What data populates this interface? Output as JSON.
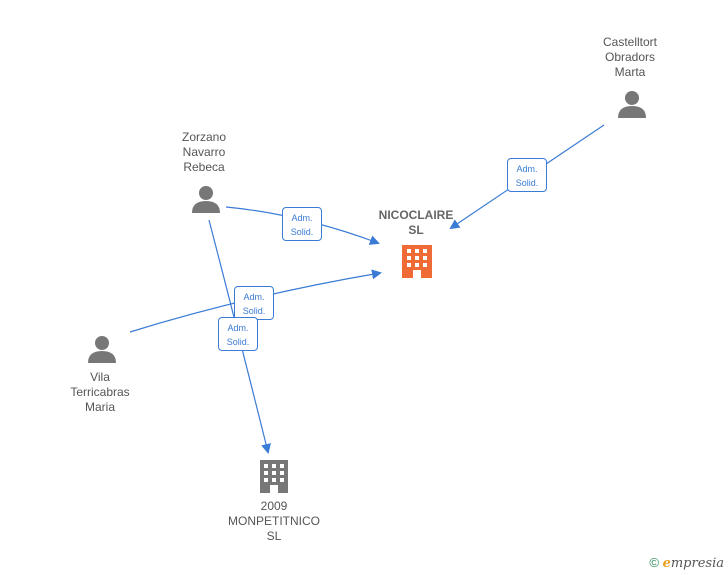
{
  "nodes": {
    "center_company": {
      "label": "NICOCLAIRE\nSL",
      "kind": "company-highlight"
    },
    "castelltort": {
      "label": "Castelltort\nObradors\nMarta",
      "kind": "person"
    },
    "zorzano": {
      "label": "Zorzano\nNavarro\nRebeca",
      "kind": "person"
    },
    "vila": {
      "label": "Vila\nTerricabras\nMaria",
      "kind": "person"
    },
    "monpetitnico": {
      "label": "2009\nMONPETITNICO\nSL",
      "kind": "company"
    }
  },
  "edges": {
    "castelltort_to_center": {
      "label": "Adm.\nSolid."
    },
    "zorzano_to_center": {
      "label": "Adm.\nSolid."
    },
    "vila_to_center": {
      "label": "Adm.\nSolid."
    },
    "zorzano_to_monpetitnico": {
      "label": "Adm.\nSolid."
    }
  },
  "colors": {
    "edge": "#3a7bd5",
    "person_icon": "#777777",
    "company_icon": "#777777",
    "highlight_company_icon": "#f06a35"
  },
  "footer": {
    "copyright_symbol": "©",
    "brand_initial": "e",
    "brand_rest": "mpresia"
  }
}
